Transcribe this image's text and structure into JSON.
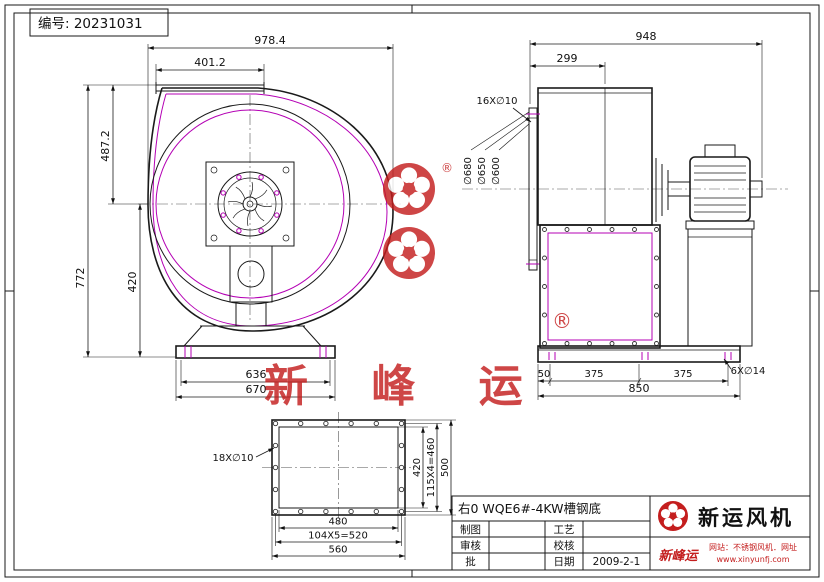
{
  "sheet": {
    "serial": "编号: 20231031"
  },
  "side_view": {
    "dim_overall_width": "978.4",
    "dim_outlet_width": "401.2",
    "dim_upper_height": "487.2",
    "dim_axis_height": "420",
    "dim_total_height": "772",
    "dim_base_inner": "636",
    "dim_base_outer": "670"
  },
  "front_view": {
    "dim_overall_width": "948",
    "dim_casing_width": "299",
    "callout_inlet_bolts": "16X∅10",
    "dim_flange_od": "∅680",
    "dim_bolt_circle": "∅650",
    "dim_inlet": "∅600",
    "dim_base_seg_a": "50",
    "dim_base_seg_b": "375",
    "dim_base_seg_c": "375",
    "dim_base_total": "850",
    "callout_foot_bolts": "6X∅14"
  },
  "flange_view": {
    "callout_bolts": "18X∅10",
    "dim_inner_height": "420",
    "dim_pitch_vertical": "115X4=460",
    "dim_outer_height": "500",
    "dim_inner_width": "480",
    "dim_pitch_horizontal": "104X5=520",
    "dim_outer_width": "560"
  },
  "title_block": {
    "product": "右0 WQE6#-4KW槽钢底",
    "label_drafted": "制图",
    "label_process": "工艺",
    "label_reviewed": "审核",
    "label_checked": "校核",
    "label_approved": "批",
    "label_date": "日期",
    "date_value": "2009-2-1",
    "company_name": "新运风机",
    "brand_script": "新峰运",
    "website_line1": "网站：不锈钢风机．网址",
    "website_line2": "www.xinyunfj.com"
  },
  "watermark": {
    "brand_text": "新 峰 运",
    "registered_mark": "®"
  },
  "icons": {
    "brand_logo": "fan-wheel-icon"
  },
  "colors": {
    "outline": "#1a1a1a",
    "magenta": "#b400b4",
    "brand_red": "#c41e1e"
  }
}
